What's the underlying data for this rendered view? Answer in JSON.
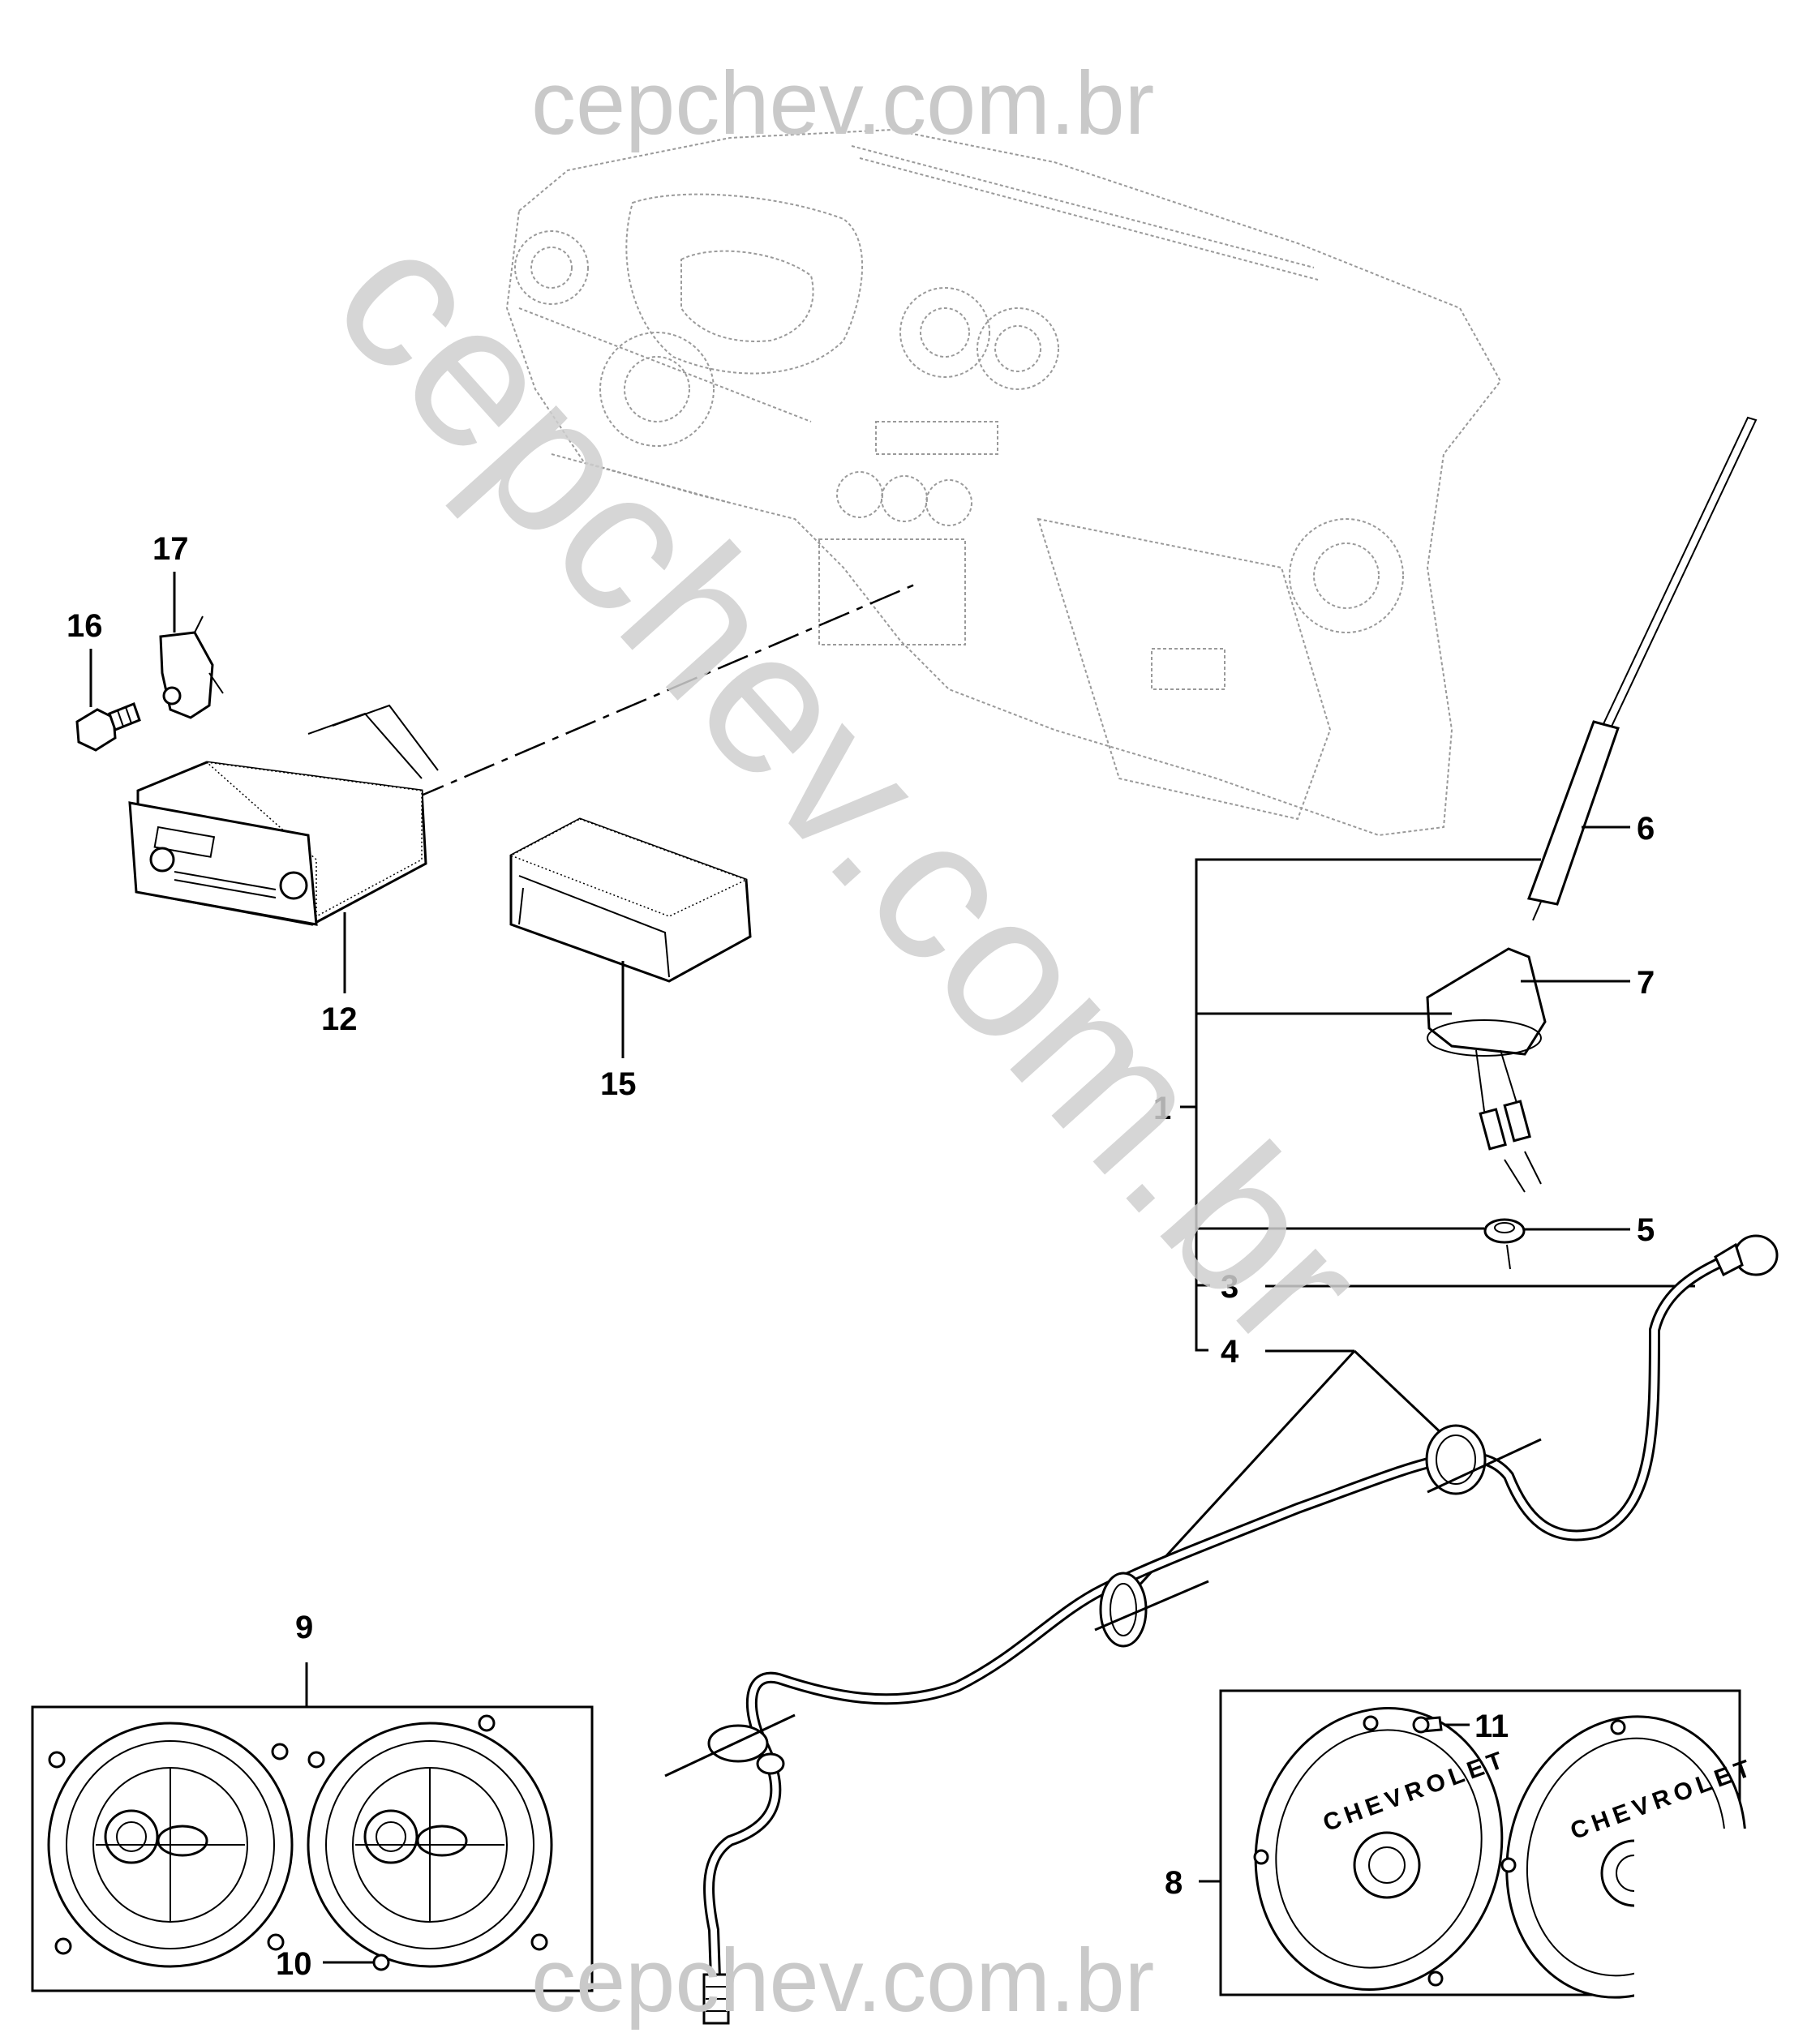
{
  "watermark": {
    "top": "cepchev.com.br",
    "bottom": "cepchev.com.br",
    "diagonal": "cepchev.com.br"
  },
  "speaker_brand": "CHEVROLET",
  "callouts": {
    "c1": "1",
    "c3": "3",
    "c4": "4",
    "c5": "5",
    "c6": "6",
    "c7": "7",
    "c8": "8",
    "c9": "9",
    "c10": "10",
    "c11": "11",
    "c12": "12",
    "c15": "15",
    "c16": "16",
    "c17": "17"
  }
}
